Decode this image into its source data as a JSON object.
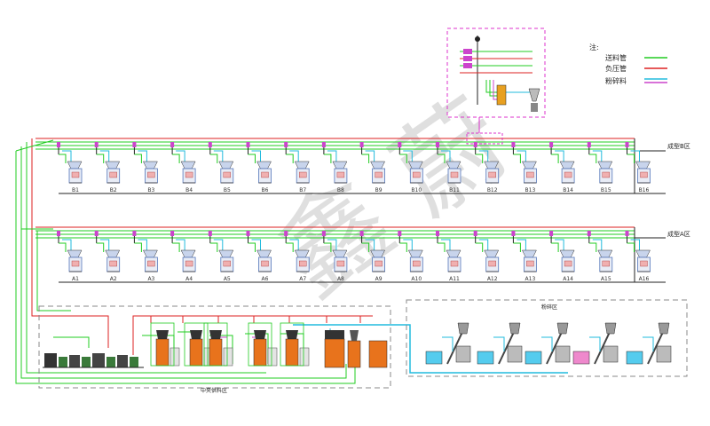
{
  "legend": {
    "title": "注:",
    "items": [
      {
        "label": "送料管",
        "color": "#22cc22"
      },
      {
        "label": "负压管",
        "color": "#dd2222"
      },
      {
        "label": "粉碎料",
        "color": "#22bbdd",
        "color2": "#cc44cc"
      }
    ]
  },
  "zones": {
    "b_zone": "成型B区",
    "a_zone": "成型A区",
    "central": "中央供料区",
    "crushing": "粉碎区"
  },
  "watermark": "鑫 蔚",
  "machines": {
    "b_row": [
      "B1",
      "B2",
      "B3",
      "B4",
      "B5",
      "B6",
      "B7",
      "B8",
      "B9",
      "B10",
      "B11",
      "B12",
      "B13",
      "B14",
      "B15",
      "B16"
    ],
    "a_row": [
      "A1",
      "A2",
      "A3",
      "A4",
      "A5",
      "A6",
      "A7",
      "A8",
      "A9",
      "A10",
      "A11",
      "A12",
      "A13",
      "A14",
      "A15",
      "A16"
    ]
  },
  "colors": {
    "feed": "#22cc22",
    "vacuum": "#dd2222",
    "regrind": "#22bbdd",
    "regrind2": "#cc44cc",
    "dryer": "#e8731c",
    "machine": "#5577bb",
    "dashed": "#888888",
    "detail_box": "#dd33cc"
  }
}
